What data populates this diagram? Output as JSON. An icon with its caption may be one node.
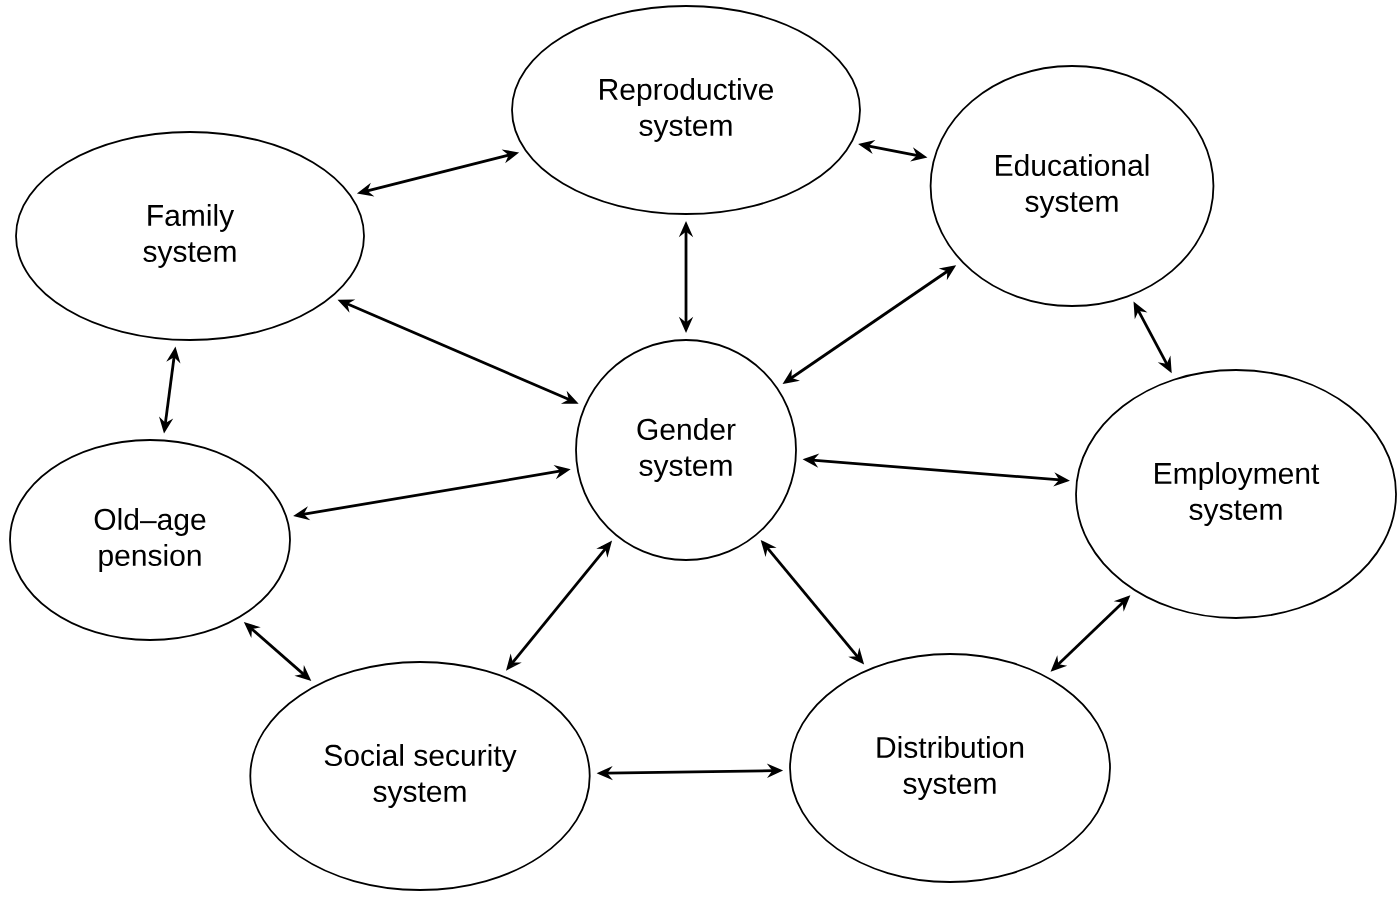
{
  "diagram": {
    "nodes": [
      {
        "text": [
          "Reproductive system"
        ]
      },
      {
        "text": [
          "Educational system"
        ]
      },
      {
        "text": [
          "Family system"
        ]
      },
      {
        "text": [
          "Gender system"
        ]
      },
      {
        "text": [
          "Employment system"
        ]
      },
      {
        "text": [
          "Old–age pension"
        ]
      },
      {
        "text": [
          "Social security system"
        ]
      },
      {
        "text": [
          "Distribution system"
        ]
      }
    ],
    "edges": [
      {
        "from": 2,
        "to": 0,
        "arrow": "both"
      },
      {
        "from": 0,
        "to": 1,
        "arrow": "both"
      },
      {
        "from": 0,
        "to": 3,
        "arrow": "both"
      },
      {
        "from": 2,
        "to": 3,
        "arrow": "both"
      },
      {
        "from": 1,
        "to": 3,
        "arrow": "both"
      },
      {
        "from": 1,
        "to": 4,
        "arrow": "both"
      },
      {
        "from": 2,
        "to": 5,
        "arrow": "both"
      },
      {
        "from": 5,
        "to": 3,
        "arrow": "both"
      },
      {
        "from": 3,
        "to": 4,
        "arrow": "both"
      },
      {
        "from": 5,
        "to": 6,
        "arrow": "both"
      },
      {
        "from": 6,
        "to": 3,
        "arrow": "both"
      },
      {
        "from": 3,
        "to": 7,
        "arrow": "both"
      },
      {
        "from": 6,
        "to": 7,
        "arrow": "both"
      },
      {
        "from": 7,
        "to": 4,
        "arrow": "both"
      }
    ]
  }
}
